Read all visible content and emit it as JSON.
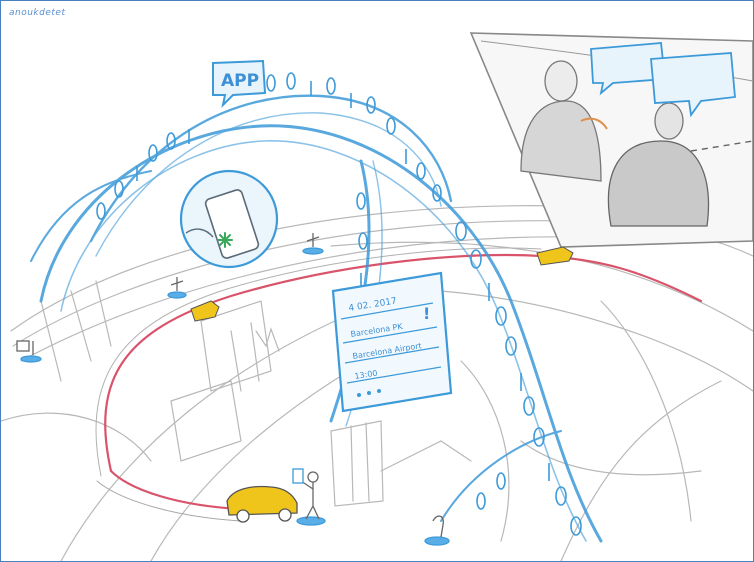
{
  "colors": {
    "frame": "#4a7fc1",
    "sketch_blue": "#3d9ad9",
    "pencil": "#9a9a9a",
    "road_red": "#d9536a",
    "taxi_yellow": "#f0c51b"
  },
  "signature": "anoukdetet",
  "labels": {
    "app_bubble": "APP",
    "ticket_date": "4 02. 2017",
    "ticket_from": "Barcelona PK",
    "ticket_to": "Barcelona Airport",
    "ticket_time": "13:00",
    "ticket_mark": "!"
  }
}
